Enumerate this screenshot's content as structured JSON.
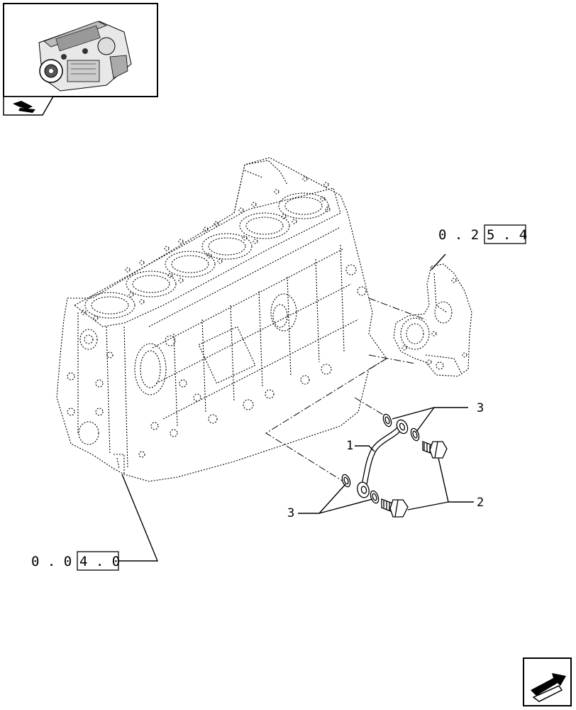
{
  "callouts": {
    "pipe": "1",
    "screw": "2",
    "seal_upper": "3",
    "seal_lower": "3"
  },
  "references": {
    "cover": {
      "prefix": "0 . 2",
      "boxed": "5 . 4"
    },
    "block": {
      "prefix": "0 . 0",
      "boxed": "4 . 0"
    }
  },
  "icons": {
    "thumbnail": "engine-thumbnail-icon",
    "tab": "parts-tab-icon",
    "next": "next-page-arrow-icon"
  },
  "colors": {
    "line": "#000000",
    "background": "#ffffff"
  }
}
